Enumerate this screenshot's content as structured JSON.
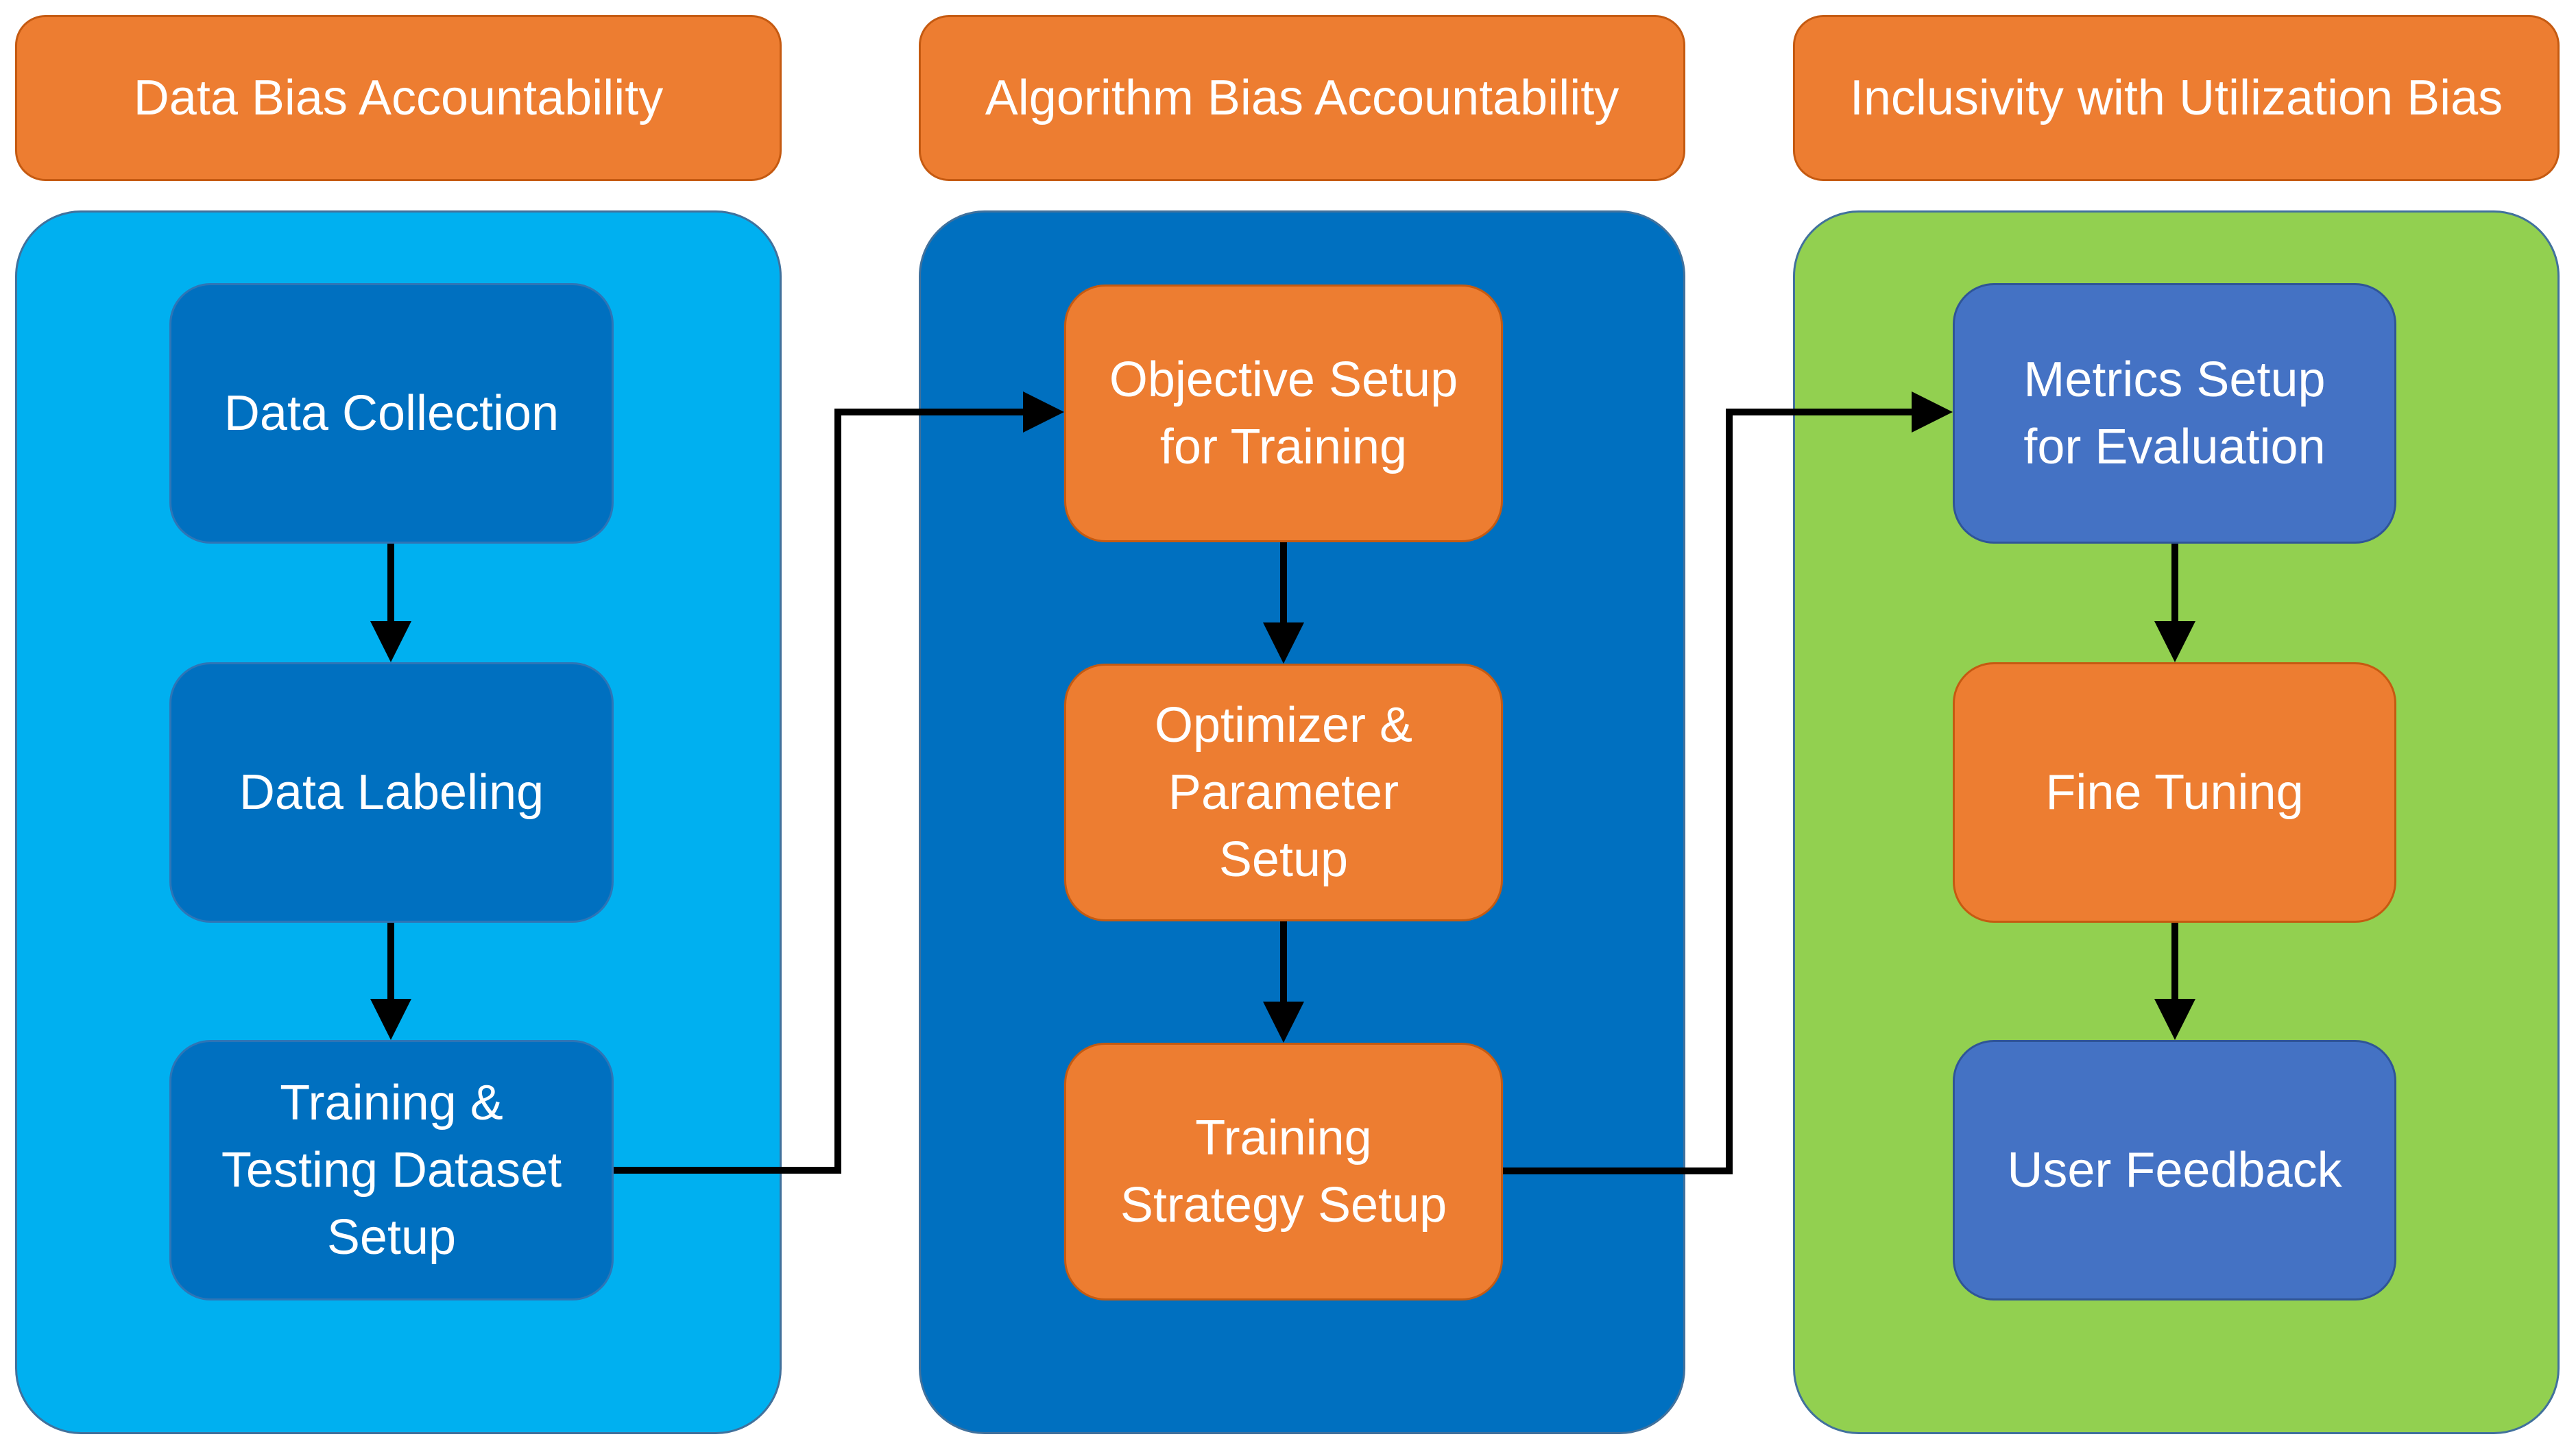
{
  "colors": {
    "header_fill": "#ED7D31",
    "panel_data": "#00B0F0",
    "panel_algorithm": "#0070C0",
    "panel_inclusivity": "#92D050",
    "node_dark_blue": "#0070C0",
    "node_orange": "#ED7D31",
    "node_blue": "#4472C4",
    "arrow": "#000000"
  },
  "columns": [
    {
      "header": "Data Bias Accountability",
      "nodes": [
        "Data Collection",
        "Data Labeling",
        "Training &\nTesting Dataset\nSetup"
      ]
    },
    {
      "header": "Algorithm Bias Accountability",
      "nodes": [
        "Objective Setup\nfor Training",
        "Optimizer &\nParameter\nSetup",
        "Training\nStrategy Setup"
      ]
    },
    {
      "header": "Inclusivity with Utilization Bias",
      "nodes": [
        "Metrics Setup\nfor Evaluation",
        "Fine Tuning",
        "User Feedback"
      ]
    }
  ]
}
